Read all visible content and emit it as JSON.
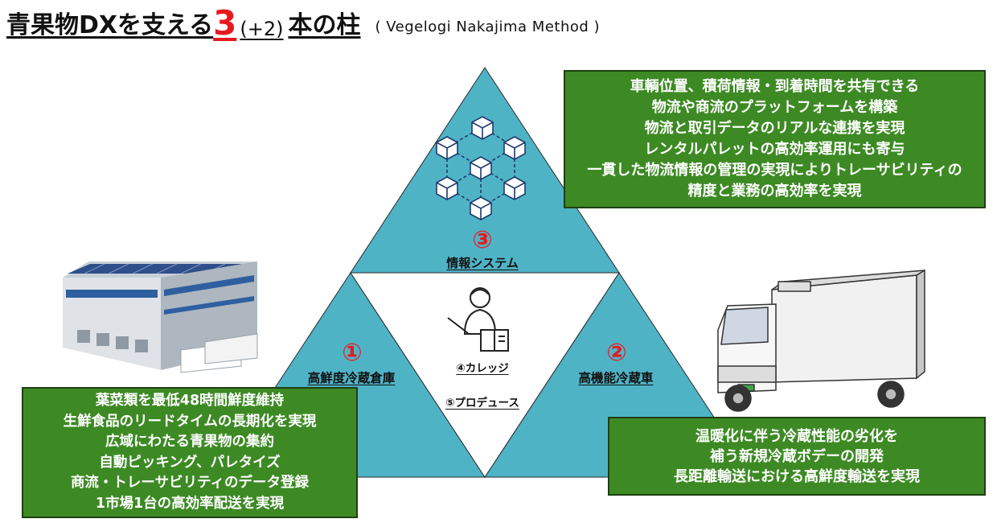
{
  "title": {
    "main": "青果物DXを支える",
    "number": "3",
    "paren": "(+2)",
    "rest": "本の柱",
    "method": "( Vegelogi Nakajima Method )"
  },
  "pillars": {
    "p3": {
      "num": "③",
      "label": "情報システム"
    },
    "p1": {
      "num": "①",
      "label": "高鮮度冷蔵倉庫"
    },
    "p2": {
      "num": "②",
      "label": "高機能冷蔵車"
    },
    "p4": {
      "label": "④カレッジ"
    },
    "p5": {
      "label": "⑤プロデュース"
    }
  },
  "box_top": {
    "lines": [
      "車輌位置、積荷情報・到着時間を共有できる",
      "物流や商流のプラットフォームを構築",
      "物流と取引データのリアルな連携を実現",
      "レンタルパレットの高効率運用にも寄与",
      "一貫した物流情報の管理の実現によりトレーサビリティの",
      "精度と業務の高効率を実現"
    ]
  },
  "box_left": {
    "lines": [
      "葉菜類を最低48時間鮮度維持",
      "生鮮食品のリードタイムの長期化を実現",
      "広域にわたる青果物の集約",
      "自動ピッキング、パレタイズ",
      "商流・トレーサビリティのデータ登録",
      "1市場1台の高効率配送を実現"
    ]
  },
  "box_right": {
    "lines": [
      "温暖化に伴う冷蔵性能の劣化を",
      "補う新規冷蔵ボデーの開発",
      "長距離輸送における高鮮度輸送を実現"
    ]
  },
  "colors": {
    "triangle_fill": "#4fb3c6",
    "triangle_stroke": "#2a2a2a",
    "box_fill": "#3d8a24",
    "accent_red": "#e8191e"
  }
}
